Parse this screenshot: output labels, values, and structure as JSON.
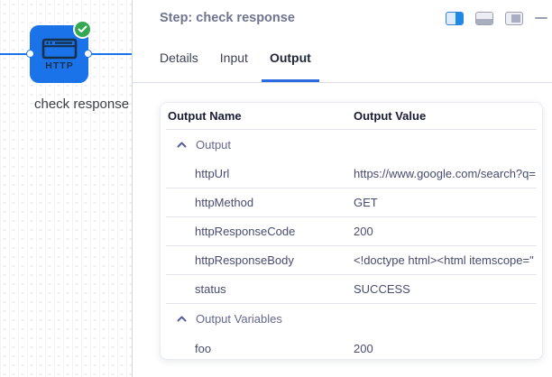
{
  "canvas": {
    "node": {
      "type_label": "HTTP",
      "name": "check response",
      "status": "success",
      "icon": "browser-window-http-icon",
      "badge_icon": "check-circle-icon"
    }
  },
  "panel": {
    "title": "Step: check response",
    "window_controls": {
      "split_right": "layout-split-right-icon",
      "bottom_panel": "layout-bottom-panel-icon",
      "right_panel": "layout-right-panel-icon",
      "minimize": "minimize-icon"
    },
    "tabs": [
      {
        "label": "Details",
        "active": false
      },
      {
        "label": "Input",
        "active": false
      },
      {
        "label": "Output",
        "active": true
      }
    ],
    "table": {
      "columns": {
        "name": "Output Name",
        "value": "Output Value"
      },
      "groups": [
        {
          "label": "Output",
          "collapsed": false,
          "rows": [
            {
              "name": "httpUrl",
              "value": "https://www.google.com/search?q="
            },
            {
              "name": "httpMethod",
              "value": "GET"
            },
            {
              "name": "httpResponseCode",
              "value": "200"
            },
            {
              "name": "httpResponseBody",
              "value": "<!doctype html><html itemscope=\""
            },
            {
              "name": "status",
              "value": "SUCCESS"
            }
          ]
        },
        {
          "label": "Output Variables",
          "collapsed": false,
          "rows": [
            {
              "name": "foo",
              "value": "200"
            }
          ]
        }
      ]
    }
  },
  "colors": {
    "node_blue": "#1a73e8",
    "edge_blue": "#1a73e8",
    "badge_green": "#34a853",
    "active_tab_underline": "#2a6bdf",
    "panel_title": "#70758f",
    "table_text": "#474c70",
    "group_text": "#64688f",
    "separator": "#e3e5ee"
  }
}
